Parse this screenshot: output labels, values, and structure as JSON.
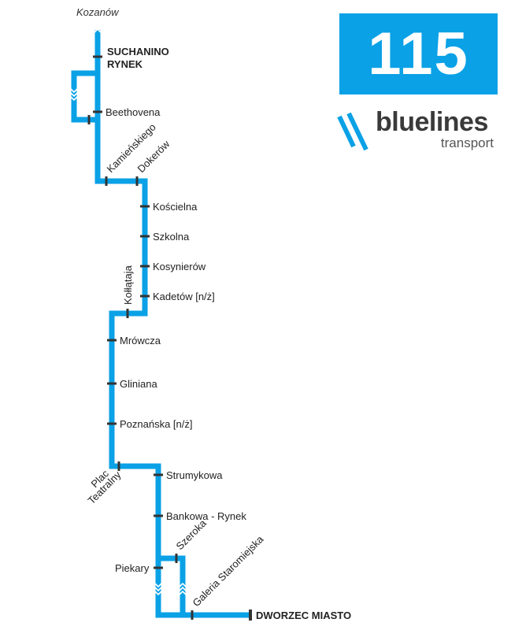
{
  "route_number": "115",
  "brand": {
    "name": "bluelines",
    "subtitle": "transport"
  },
  "colors": {
    "accent": "#0aa1e6",
    "tick": "#333333",
    "text": "#222222"
  },
  "destination": "Kozanów",
  "stops": [
    "SUCHANINO",
    "RYNEK",
    "Beethovena",
    "Kamieńskiego",
    "Dokerów",
    "Kościelna",
    "Szkolna",
    "Kosynierów",
    "Kadetów [n/ż]",
    "Kołłątaja",
    "Mrówcza",
    "Gliniana",
    "Poznańska [n/ż]",
    "Plac",
    "Teatralny",
    "Strumykowa",
    "Bankowa - Rynek",
    "Szeroka",
    "Piekary",
    "Galeria Staromiejska",
    "DWORZEC MIASTO"
  ]
}
